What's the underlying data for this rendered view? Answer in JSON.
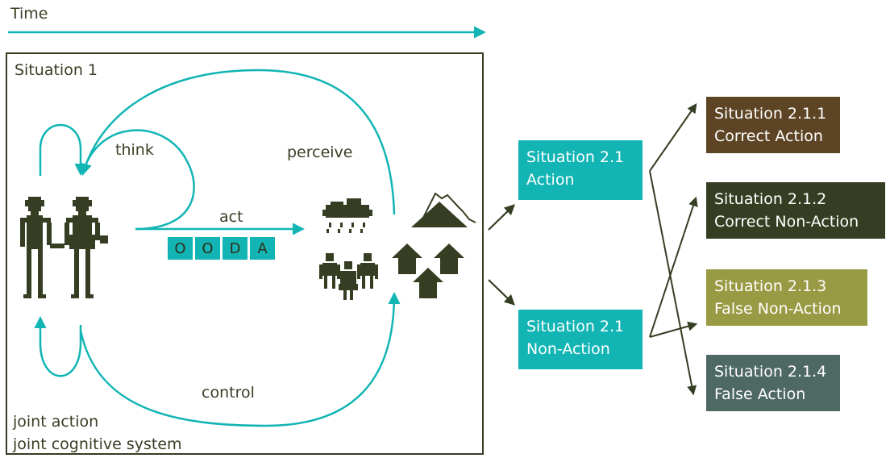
{
  "time_label": "Time",
  "situation1": {
    "title": "Situation 1",
    "think": "think",
    "perceive": "perceive",
    "act": "act",
    "control": "control",
    "footer_line1": "joint action",
    "footer_line2": "joint cognitive system",
    "ooda": [
      "O",
      "O",
      "D",
      "A"
    ]
  },
  "situation21_action": {
    "line1": "Situation 2.1",
    "line2": "Action"
  },
  "situation21_nonaction": {
    "line1": "Situation 2.1",
    "line2": "Non-Action"
  },
  "outcomes": [
    {
      "line1": "Situation 2.1.1",
      "line2": "Correct Action",
      "color": "#5c4424"
    },
    {
      "line1": "Situation 2.1.2",
      "line2": "Correct Non-Action",
      "color": "#353e22"
    },
    {
      "line1": "Situation 2.1.3",
      "line2": "False Non-Action",
      "color": "#999a44"
    },
    {
      "line1": "Situation 2.1.4",
      "line2": "False Action",
      "color": "#4e6864"
    }
  ],
  "colors": {
    "teal": "#12b4b4",
    "dark": "#353e22"
  },
  "icons": [
    "people-pair-icon",
    "rain-cloud-icon",
    "family-icon",
    "mountain-icon",
    "houses-icon"
  ]
}
